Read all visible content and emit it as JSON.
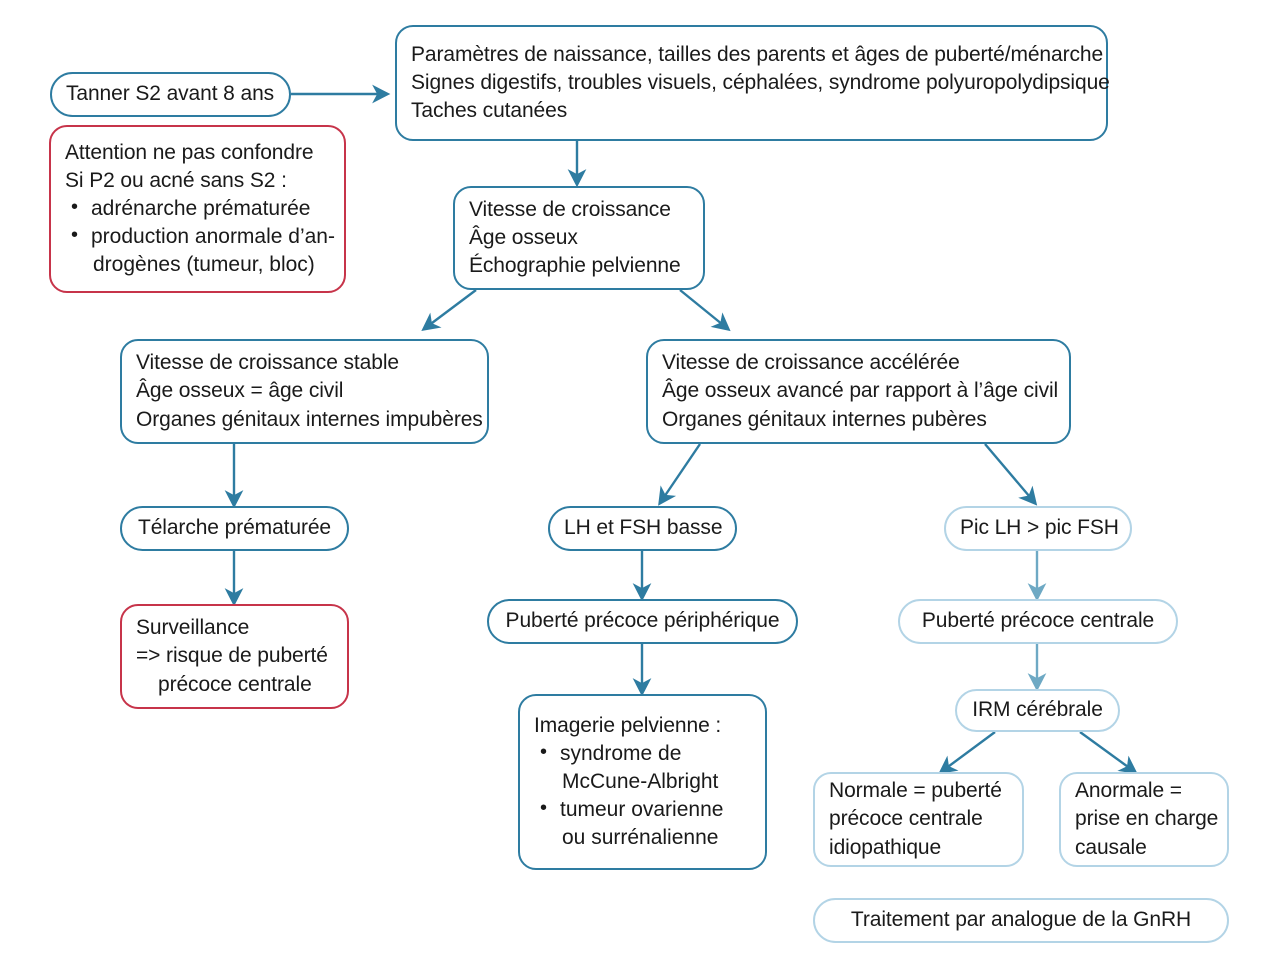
{
  "diagram": {
    "title": "Arbre decisionnel puberte precoce fille",
    "language": "fr",
    "colors": {
      "primary_border": "#2e7ca1",
      "light_border": "#b3d4e6",
      "warning_border": "#c7344a",
      "arrow": "#2e7ca1",
      "light_arrow": "#7fb4cd",
      "text": "#1a1a1a",
      "background": "#ffffff"
    }
  },
  "nodes": {
    "tanner": {
      "line1": "Tanner S2 avant 8 ans"
    },
    "anamnese": {
      "line1": "Paramètres de naissance, tailles des parents et âges de puberté/ménarche",
      "line2": "Signes digestifs, troubles visuels, céphalées, syndrome polyuropolydipsique",
      "line3": "Taches cutanées"
    },
    "attention": {
      "line1": "Attention ne pas confondre",
      "line2": "Si P2 ou acné sans S2 :",
      "bullet1": "adrénarche prématurée",
      "bullet2": "production anormale d’an-",
      "bullet2b": "drogènes (tumeur, bloc)"
    },
    "bilan": {
      "line1": "Vitesse de croissance",
      "line2": "Âge osseux",
      "line3": "Échographie pelvienne"
    },
    "stable": {
      "line1": "Vitesse de croissance stable",
      "line2": "Âge osseux = âge civil",
      "line3": "Organes génitaux internes impubères"
    },
    "acceleree": {
      "line1": "Vitesse de croissance accélérée",
      "line2": "Âge osseux avancé par rapport à l’âge civil",
      "line3": "Organes génitaux internes pubères"
    },
    "telarche": {
      "line1": "Télarche prématurée"
    },
    "surveillance": {
      "line1": "Surveillance",
      "line2": "=> risque de puberté",
      "line3": "précoce centrale"
    },
    "lh_fsh_basse": {
      "line1": "LH et FSH basse"
    },
    "pp_peripherique": {
      "line1": "Puberté précoce périphérique"
    },
    "imagerie": {
      "line1": "Imagerie pelvienne :",
      "bullet1": "syndrome de",
      "bullet1b": "McCune-Albright",
      "bullet2": "tumeur ovarienne",
      "bullet2b": "ou surrénalienne"
    },
    "pic_lh": {
      "line1": "Pic LH > pic FSH"
    },
    "pp_centrale": {
      "line1": "Puberté précoce centrale"
    },
    "irm": {
      "line1": "IRM cérébrale"
    },
    "normale": {
      "line1": "Normale = puberté",
      "line2": "précoce centrale",
      "line3": "idiopathique"
    },
    "anormale": {
      "line1": "Anormale =",
      "line2": "prise en charge",
      "line3": "causale"
    },
    "traitement": {
      "line1": "Traitement par analogue de la GnRH"
    }
  }
}
